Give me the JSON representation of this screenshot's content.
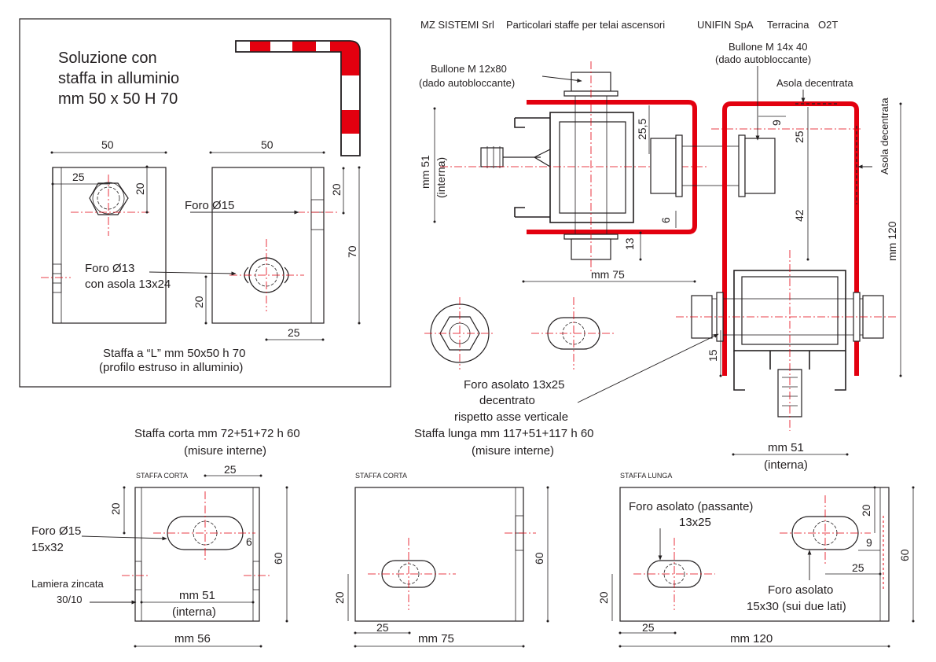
{
  "header": {
    "company": "MZ SISTEMI Srl",
    "subject": "Particolari staffe per telai ascensori",
    "client": "UNIFIN SpA",
    "location": "Terracina",
    "code": "O2T"
  },
  "alu_box": {
    "title_l1": "Soluzione con",
    "title_l2": "staffa in alluminio",
    "title_l3": "mm 50 x 50  H 70",
    "dim_50_a": "50",
    "dim_50_b": "50",
    "dim_25_a": "25",
    "dim_20_a": "20",
    "dim_20_b": "20",
    "dim_20_c": "20",
    "dim_70": "70",
    "dim_25_b": "25",
    "foro15": "Foro Ø15",
    "foro13_l1": "Foro Ø13",
    "foro13_l2": "con asola 13x24",
    "caption_l1": "Staffa a “L” mm 50x50  h 70",
    "caption_l2": "(profilo estruso in alluminio)"
  },
  "assembly": {
    "bolt12_l1": "Bullone  M 12x80",
    "bolt12_l2": "(dado autobloccante)",
    "bolt14_l1": "Bullone  M 14x 40",
    "bolt14_l2": "(dado autobloccante)",
    "asola_h": "Asola decentrata",
    "asola_v": "Asola decentrata",
    "dim_mm51_l1": "mm 51",
    "dim_mm51_l2": "(interna)",
    "dim_25_5": "25,5",
    "dim_6": "6",
    "dim_13": "13",
    "dim_mm75": "mm 75",
    "dim_9": "9",
    "dim_25": "25",
    "dim_42": "42",
    "dim_mm120": "mm 120",
    "dim_15": "15",
    "dim_bottom_l1": "mm 51",
    "dim_bottom_l2": "(interna)",
    "note_l1": "Foro asolato 13x25",
    "note_l2": "decentrato",
    "note_l3": "rispetto asse verticale",
    "note_l4": "Staffa lunga mm 117+51+117   h 60",
    "note_l5": "(misure interne)"
  },
  "short_note": {
    "l1": "Staffa corta mm 72+51+72   h 60",
    "l2": "(misure interne)"
  },
  "panel1": {
    "tag": "STAFFA CORTA",
    "dim_25": "25",
    "dim_20": "20",
    "dim_6": "6",
    "dim_60": "60",
    "foro_l1": "Foro Ø15",
    "foro_l2": "15x32",
    "lam_l1": "Lamiera zincata",
    "lam_l2": "30/10",
    "int_l1": "mm 51",
    "int_l2": "(interna)",
    "dim_56": "mm 56"
  },
  "panel2": {
    "tag": "STAFFA CORTA",
    "dim_60": "60",
    "dim_20": "20",
    "dim_25": "25",
    "dim_75": "mm 75"
  },
  "panel3": {
    "tag": "STAFFA LUNGA",
    "hole_l1": "Foro asolato (passante)",
    "hole_l2": "13x25",
    "dim_20a": "20",
    "dim_9": "9",
    "dim_25a": "25",
    "dim_60": "60",
    "side_l1": "Foro asolato",
    "side_l2": "15x30 (sui due lati)",
    "dim_20b": "20",
    "dim_25b": "25",
    "dim_120": "mm 120"
  },
  "colors": {
    "ink": "#231f20",
    "red": "#e3000f",
    "background": "#ffffff"
  }
}
